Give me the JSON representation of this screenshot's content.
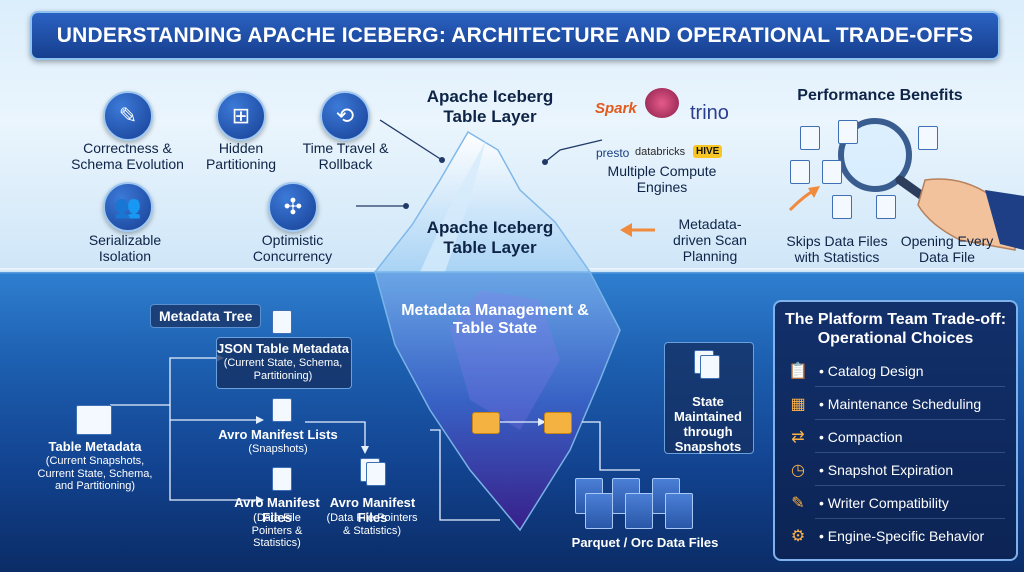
{
  "title": "UNDERSTANDING APACHE ICEBERG: ARCHITECTURE AND OPERATIONAL TRADE-OFFS",
  "features": [
    {
      "label": "Correctness & Schema Evolution",
      "icon": "schema-edit-icon"
    },
    {
      "label": "Hidden Partitioning",
      "icon": "hierarchy-icon"
    },
    {
      "label": "Time Travel & Rollback",
      "icon": "history-clock-icon"
    },
    {
      "label": "Serializable Isolation",
      "icon": "users-icon"
    },
    {
      "label": "Optimistic Concurrency",
      "icon": "arrows-compass-icon"
    }
  ],
  "table_layer_top": "Apache Iceberg Table Layer",
  "table_layer_mid": "Apache Iceberg Table Layer",
  "engines": {
    "label": "Multiple Compute Engines",
    "logos": [
      "Spark",
      "trino",
      "presto",
      "databricks",
      "HIVE"
    ]
  },
  "metadata_scan": "Metadata-driven Scan Planning",
  "performance": {
    "title": "Performance Benefits",
    "skip": "Skips Data Files with Statistics",
    "opening": "Opening Every Data File"
  },
  "metadata_management": "Metadata Management & Table State",
  "metadata_tree": {
    "label": "Metadata Tree",
    "json_meta": {
      "title": "JSON Table Metadata",
      "sub": "(Current State, Schema, Partitioning)"
    },
    "table_meta": {
      "title": "Table Metadata",
      "sub": "(Current Snapshots, Current State, Schema, and Partitioning)"
    },
    "manifest_lists": {
      "title": "Avro Manifest Lists",
      "sub": "(Snapshots)"
    },
    "manifest_files_a": {
      "title": "Avro Manifest Files",
      "sub": "(Data File Pointers & Statistics)"
    },
    "manifest_files_b": {
      "title": "Avro Manifest Files",
      "sub": "(Data File Pointers & Statistics)"
    }
  },
  "snapshots": "State Maintained through Snapshots",
  "data_files": "Parquet / Orc Data Files",
  "platform": {
    "title": "The Platform Team Trade-off: Operational Choices",
    "items": [
      {
        "label": "Catalog Design",
        "icon": "clipboard-icon"
      },
      {
        "label": "Maintenance Scheduling",
        "icon": "calendar-icon"
      },
      {
        "label": "Compaction",
        "icon": "compaction-icon"
      },
      {
        "label": "Snapshot Expiration",
        "icon": "expire-clock-icon"
      },
      {
        "label": "Writer Compatibility",
        "icon": "pencil-icon"
      },
      {
        "label": "Engine-Specific Behavior",
        "icon": "gear-icon"
      }
    ]
  },
  "colors": {
    "accent": "#2a62c2",
    "water": "#1d5fb0",
    "orange": "#f08a3c"
  }
}
